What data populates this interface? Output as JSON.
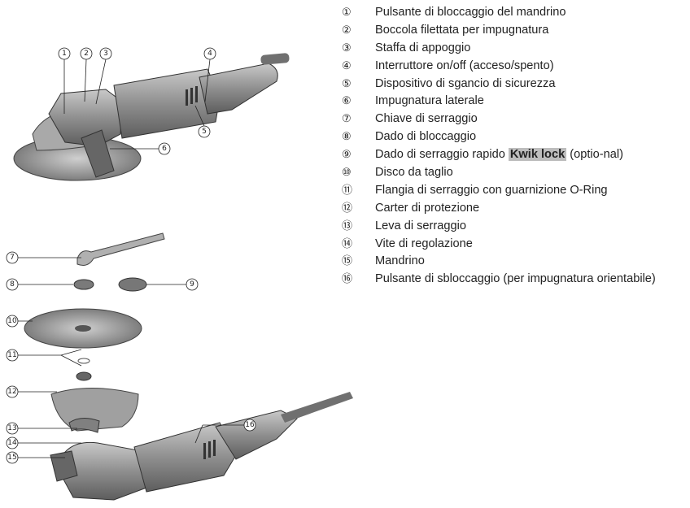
{
  "legend": [
    {
      "num": "①",
      "text": "Pulsante di bloccaggio del mandrino"
    },
    {
      "num": "②",
      "text": "Boccola filettata per impugnatura"
    },
    {
      "num": "③",
      "text": "Staffa di appoggio"
    },
    {
      "num": "④",
      "text": "Interruttore on/off (acceso/spento)"
    },
    {
      "num": "⑤",
      "text": "Dispositivo di sgancio di sicurezza"
    },
    {
      "num": "⑥",
      "text": "Impugnatura laterale"
    },
    {
      "num": "⑦",
      "text": "Chiave di serraggio"
    },
    {
      "num": "⑧",
      "text": "Dado di bloccaggio"
    },
    {
      "num": "⑨",
      "text_before": "Dado di serraggio rapido ",
      "highlight": "Kwik lock",
      "text_after": " (optio-nal)"
    },
    {
      "num": "⑩",
      "text": "Disco da taglio"
    },
    {
      "num": "⑪",
      "text": "Flangia di serraggio con guarnizione O-Ring"
    },
    {
      "num": "⑫",
      "text": "Carter di protezione"
    },
    {
      "num": "⑬",
      "text": "Leva di serraggio"
    },
    {
      "num": "⑭",
      "text": "Vite di regolazione"
    },
    {
      "num": "⑮",
      "text": "Mandrino"
    },
    {
      "num": "⑯",
      "text": "Pulsante di sbloccaggio (per impugnatura orientabile)"
    }
  ],
  "callouts": {
    "c1": "1",
    "c2": "2",
    "c3": "3",
    "c4": "4",
    "c5": "5",
    "c6": "6",
    "c7": "7",
    "c8": "8",
    "c9": "9",
    "c10": "10",
    "c11": "11",
    "c12": "12",
    "c13": "13",
    "c14": "14",
    "c15": "15",
    "c16": "16"
  },
  "colors": {
    "tool_body": "#8f8f8f",
    "tool_dark": "#555555",
    "disc": "#9a9a9a",
    "line": "#222222"
  }
}
